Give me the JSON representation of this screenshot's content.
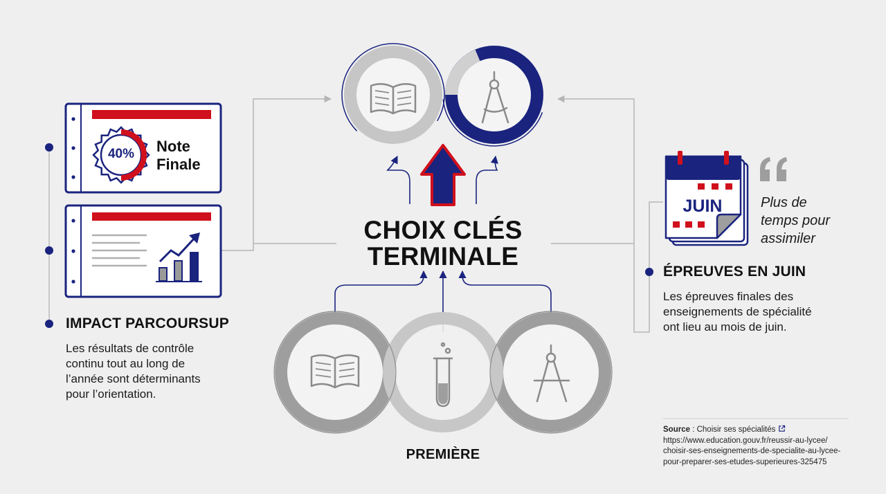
{
  "colors": {
    "navy": "#1a237e",
    "red": "#d0101c",
    "gray": "#9e9e9e",
    "light_gray": "#c7c7c7",
    "background": "#efefef"
  },
  "left": {
    "card1": {
      "percent": "40%",
      "note_line1": "Note",
      "note_line2": "Finale",
      "icon": "rosette-badge-icon"
    },
    "card2": {
      "icon": "growth-chart-icon"
    },
    "section": {
      "title": "IMPACT PARCOURSUP",
      "lines": [
        "Les résultats de contrôle",
        "continu tout au long de",
        "l’année sont déterminants",
        "pour l’orientation."
      ]
    }
  },
  "center": {
    "title_line1": "CHOIX CLÉS",
    "title_line2": "TERMINALE",
    "terminale_icons": [
      "open-book-icon",
      "drafting-compass-icon"
    ],
    "premiere_icons": [
      "open-book-icon",
      "test-tube-icon",
      "drafting-compass-icon"
    ],
    "premiere_label": "PREMIÈRE"
  },
  "right": {
    "calendar_month": "JUIN",
    "quote_lines": [
      "Plus de",
      "temps pour",
      "assimiler"
    ],
    "section": {
      "title": "ÉPREUVES EN JUIN",
      "lines": [
        "Les épreuves finales des",
        "enseignements de spécialité",
        "ont lieu au mois de juin."
      ]
    }
  },
  "source": {
    "label": "Source",
    "sep": " : ",
    "title": "Choisir ses spécialités",
    "url_lines": [
      "https://www.education.gouv.fr/reussir-au-lycee/",
      "choisir-ses-enseignements-de-specialite-au-lycee-",
      "pour-preparer-ses-etudes-superieures-325475"
    ]
  }
}
